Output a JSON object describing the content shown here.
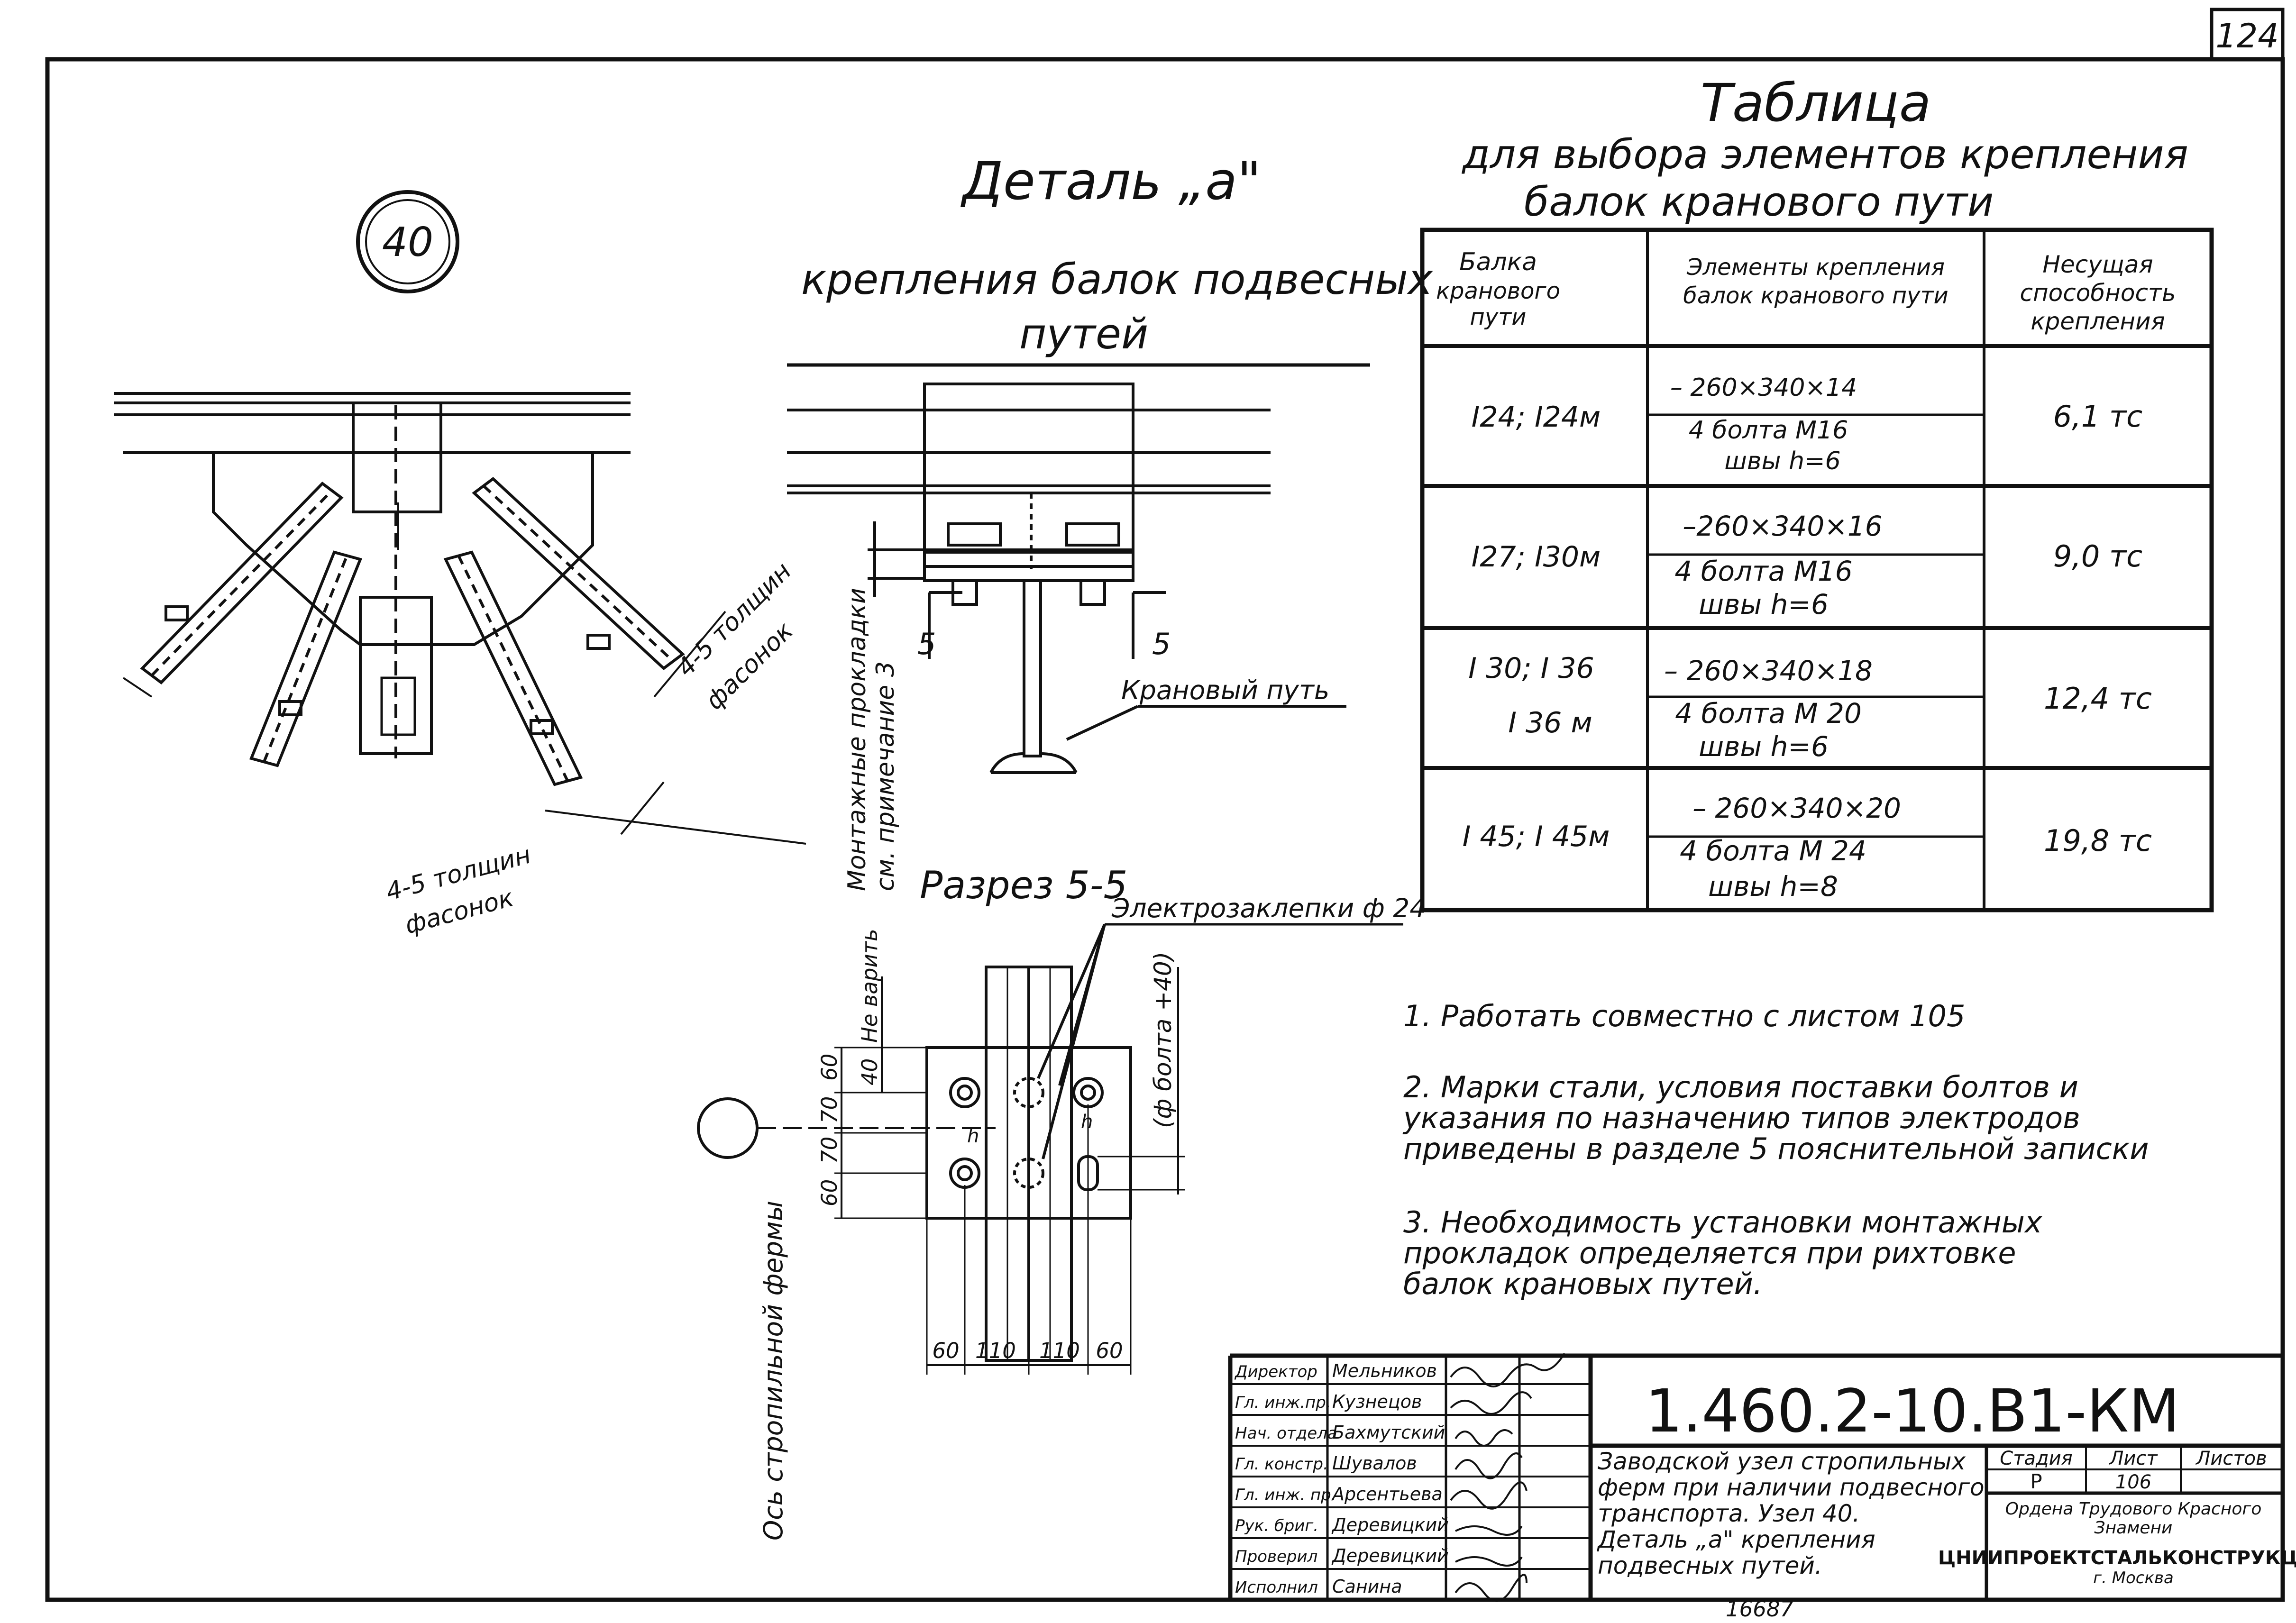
{
  "sheet_number": "124",
  "node_mark": "40",
  "detail": {
    "title": "Деталь „а\"",
    "subtitle_line1": "крепления балок подвесных",
    "subtitle_line2": "путей"
  },
  "drawing_labels": {
    "gusset_thickness_1_line1": "4-5 толщин",
    "gusset_thickness_1_line2": "фасонок",
    "gusset_thickness_2_line1": "4-5 толщин",
    "gusset_thickness_2_line2": "фасонок",
    "pads_line1": "Монтажные прокладки",
    "pads_line2": "см. примечание 3",
    "crane_track": "Крановый путь",
    "section_mark_left": "5",
    "section_mark_right": "5",
    "section_title": "Разрез 5-5",
    "rivets": "Электрозаклепки ф 24",
    "no_weld": "Не варить",
    "bolt_note": "(ф болта +40)",
    "truss_axis": "Ось стропильной фермы",
    "dims_vertical": [
      "60",
      "70",
      "70",
      "60"
    ],
    "dim_40": "40",
    "dims_horizontal": [
      "60",
      "110",
      "110",
      "60"
    ],
    "small_mark": "h"
  },
  "table": {
    "title": "Таблица",
    "subtitle_line1": "для выбора элементов крепления",
    "subtitle_line2": "балок кранового пути",
    "headers": {
      "col1": [
        "Балка",
        "кранового",
        "пути"
      ],
      "col2": [
        "Элементы крепления",
        "балок кранового пути"
      ],
      "col3": [
        "Несущая",
        "способность",
        "крепления"
      ]
    },
    "rows": [
      {
        "beam": [
          "I24; I24м"
        ],
        "plate": "– 260×340×14",
        "bolts": "4 болта М16",
        "welds": "швы h=6",
        "capacity": "6,1 тс"
      },
      {
        "beam": [
          "I27; I30м"
        ],
        "plate": "–260×340×16",
        "bolts": "4 болта М16",
        "welds": "швы h=6",
        "capacity": "9,0 тс"
      },
      {
        "beam": [
          "I 30; I 36",
          "I 36 м"
        ],
        "plate": "– 260×340×18",
        "bolts": "4 болта М 20",
        "welds": "швы h=6",
        "capacity": "12,4 тс"
      },
      {
        "beam": [
          "I 45; I 45м"
        ],
        "plate": "– 260×340×20",
        "bolts": "4 болта М 24",
        "welds": "швы h=8",
        "capacity": "19,8 тс"
      }
    ]
  },
  "notes": [
    [
      "1. Работать совместно с листом 105"
    ],
    [
      "2. Марки стали, условия поставки болтов и",
      "указания по назначению типов электродов",
      "приведены в разделе 5 пояснительной записки"
    ],
    [
      "3. Необходимость установки монтажных",
      "прокладок определяется при рихтовке",
      "балок крановых путей."
    ]
  ],
  "title_block": {
    "code": "1.460.2-10.В1-КМ",
    "roles": [
      "Директор",
      "Гл. инж.пр.",
      "Нач. отдела",
      "Гл. констр.",
      "Гл. инж. пр.",
      "Рук. бриг.",
      "Проверил",
      "Исполнил"
    ],
    "names": [
      "Мельников",
      "Кузнецов",
      "Бахмутский",
      "Шувалов",
      "Арсентьева",
      "Деревицкий",
      "Деревицкий",
      "Санина"
    ],
    "description": [
      "Заводской узел стропильных",
      "ферм при наличии подвесного",
      "транспорта. Узел 40.",
      "Деталь „а\" крепления",
      "подвесных путей."
    ],
    "stage_label": "Стадия",
    "sheet_label": "Лист",
    "sheets_label": "Листов",
    "stage_value": "Р",
    "sheet_value": "106",
    "sheets_value": "",
    "org_line1": "Ордена Трудового Красного",
    "org_line2": "Знамени",
    "org_line3": "ЦНИИПРОЕКТСТАЛЬКОНСТРУКЦИЯ",
    "org_line4": "г. Москва",
    "archive": "16687"
  }
}
